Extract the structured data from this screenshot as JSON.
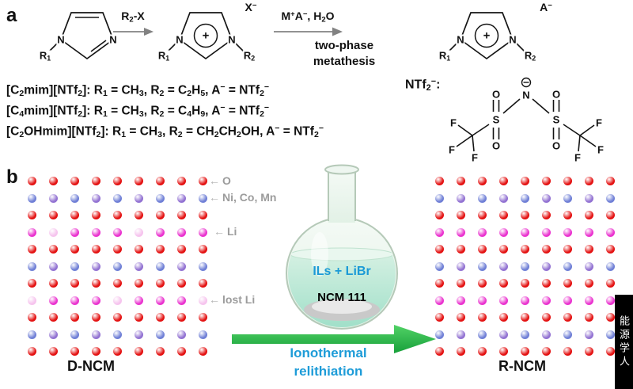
{
  "colors": {
    "O": "#e41212",
    "TM1": "#6f7fd6",
    "TM2": "#9272d2",
    "Li": "#ea33cf",
    "lostLi": "#f6c4ee",
    "arrow_green": "#22ac38",
    "text_blue": "#1b9ad6",
    "legend_gray": "#9c9c9c"
  },
  "panel_a": {
    "label": "a",
    "rxn": {
      "n": "N",
      "plus": "+",
      "r1": "R<sub>1</sub>",
      "r2": "R<sub>2</sub>",
      "x_minus": "X<sup>−</sup>",
      "a_minus": "A<sup>−</sup>",
      "arrow1_label": "R<sub>2</sub>-X",
      "arrow2_top": "M<sup>+</sup>A<sup>−</sup>, H<sub>2</sub>O",
      "arrow2_bottom1": "two-phase",
      "arrow2_bottom2": "metathesis"
    },
    "definitions": [
      "[C<sub>2</sub>mim][NTf<sub>2</sub>]: R<sub>1</sub> = CH<sub>3</sub>, R<sub>2</sub> = C<sub>2</sub>H<sub>5</sub>, A<sup>−</sup> = NTf<sub>2</sub><sup>−</sup>",
      "[C<sub>4</sub>mim][NTf<sub>2</sub>]: R<sub>1</sub> = CH<sub>3</sub>, R<sub>2</sub> = C<sub>4</sub>H<sub>9</sub>, A<sup>−</sup> = NTf<sub>2</sub><sup>−</sup>",
      "[C<sub>2</sub>OHmim][NTf<sub>2</sub>]: R<sub>1</sub> = CH<sub>3</sub>, R<sub>2</sub> = CH<sub>2</sub>CH<sub>2</sub>OH, A<sup>−</sup> = NTf<sub>2</sub><sup>−</sup>"
    ],
    "ntf2": {
      "title": "NTf<sub>2</sub><sup>−</sup>:",
      "n": "N",
      "s": "S",
      "o": "O",
      "f": "F",
      "minus": "−"
    }
  },
  "panel_b": {
    "label": "b",
    "legend": [
      {
        "label": "O"
      },
      {
        "label": "Ni, Co, Mn"
      },
      {
        "label": "Li"
      },
      {
        "label": "lost Li"
      }
    ],
    "flask": {
      "line1": "ILs + LiBr",
      "line2": "NCM 111"
    },
    "arrow_label1": "Ionothermal",
    "arrow_label2": "relithiation",
    "left_lattice": {
      "name": "D-NCM",
      "columns": 9,
      "row_types": [
        "O",
        "TM",
        "O",
        "Li",
        "O",
        "TM",
        "O",
        "Li",
        "O",
        "TM",
        "O"
      ],
      "lost_li": [
        [
          3,
          1
        ],
        [
          3,
          5
        ],
        [
          7,
          0
        ],
        [
          7,
          4
        ],
        [
          7,
          8
        ]
      ]
    },
    "right_lattice": {
      "name": "R-NCM",
      "columns": 9,
      "row_types": [
        "O",
        "TM",
        "O",
        "Li",
        "O",
        "TM",
        "O",
        "Li",
        "O",
        "TM",
        "O"
      ],
      "lost_li": []
    }
  },
  "watermark": "能源学人"
}
